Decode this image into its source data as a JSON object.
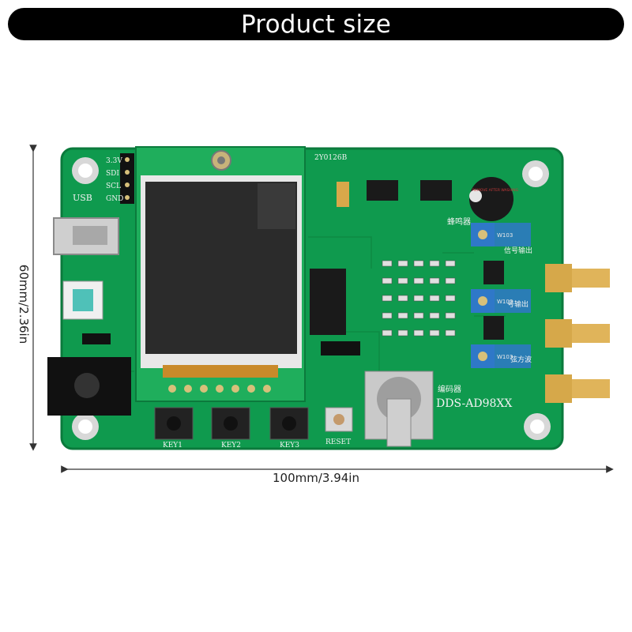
{
  "banner": {
    "title": "Product size"
  },
  "dimensions": {
    "width_label": "100mm/3.94in",
    "height_label": "60mm/2.36in"
  },
  "board": {
    "model": "DDS-AD98XX",
    "code": "2Y0126B",
    "usb_label": "USB",
    "pin_labels": [
      "3.3V",
      "SDI",
      "SCL",
      "GND"
    ],
    "keys": [
      "KEY1",
      "KEY2",
      "KEY3",
      "RESET"
    ],
    "encoder_label": "编码器",
    "buzzer_label": "蜂鸣器",
    "output_labels": [
      "信号输出",
      "号输出",
      "弦方波"
    ],
    "pot_labels": [
      "W103",
      "W103",
      "W103"
    ],
    "buzzer_text": "REMOVE AFTER WASHING"
  },
  "colors": {
    "board": "#0f9a4e",
    "board_dark": "#0b7a3c",
    "banner": "#000000",
    "lcd": "#2b2b2b"
  }
}
